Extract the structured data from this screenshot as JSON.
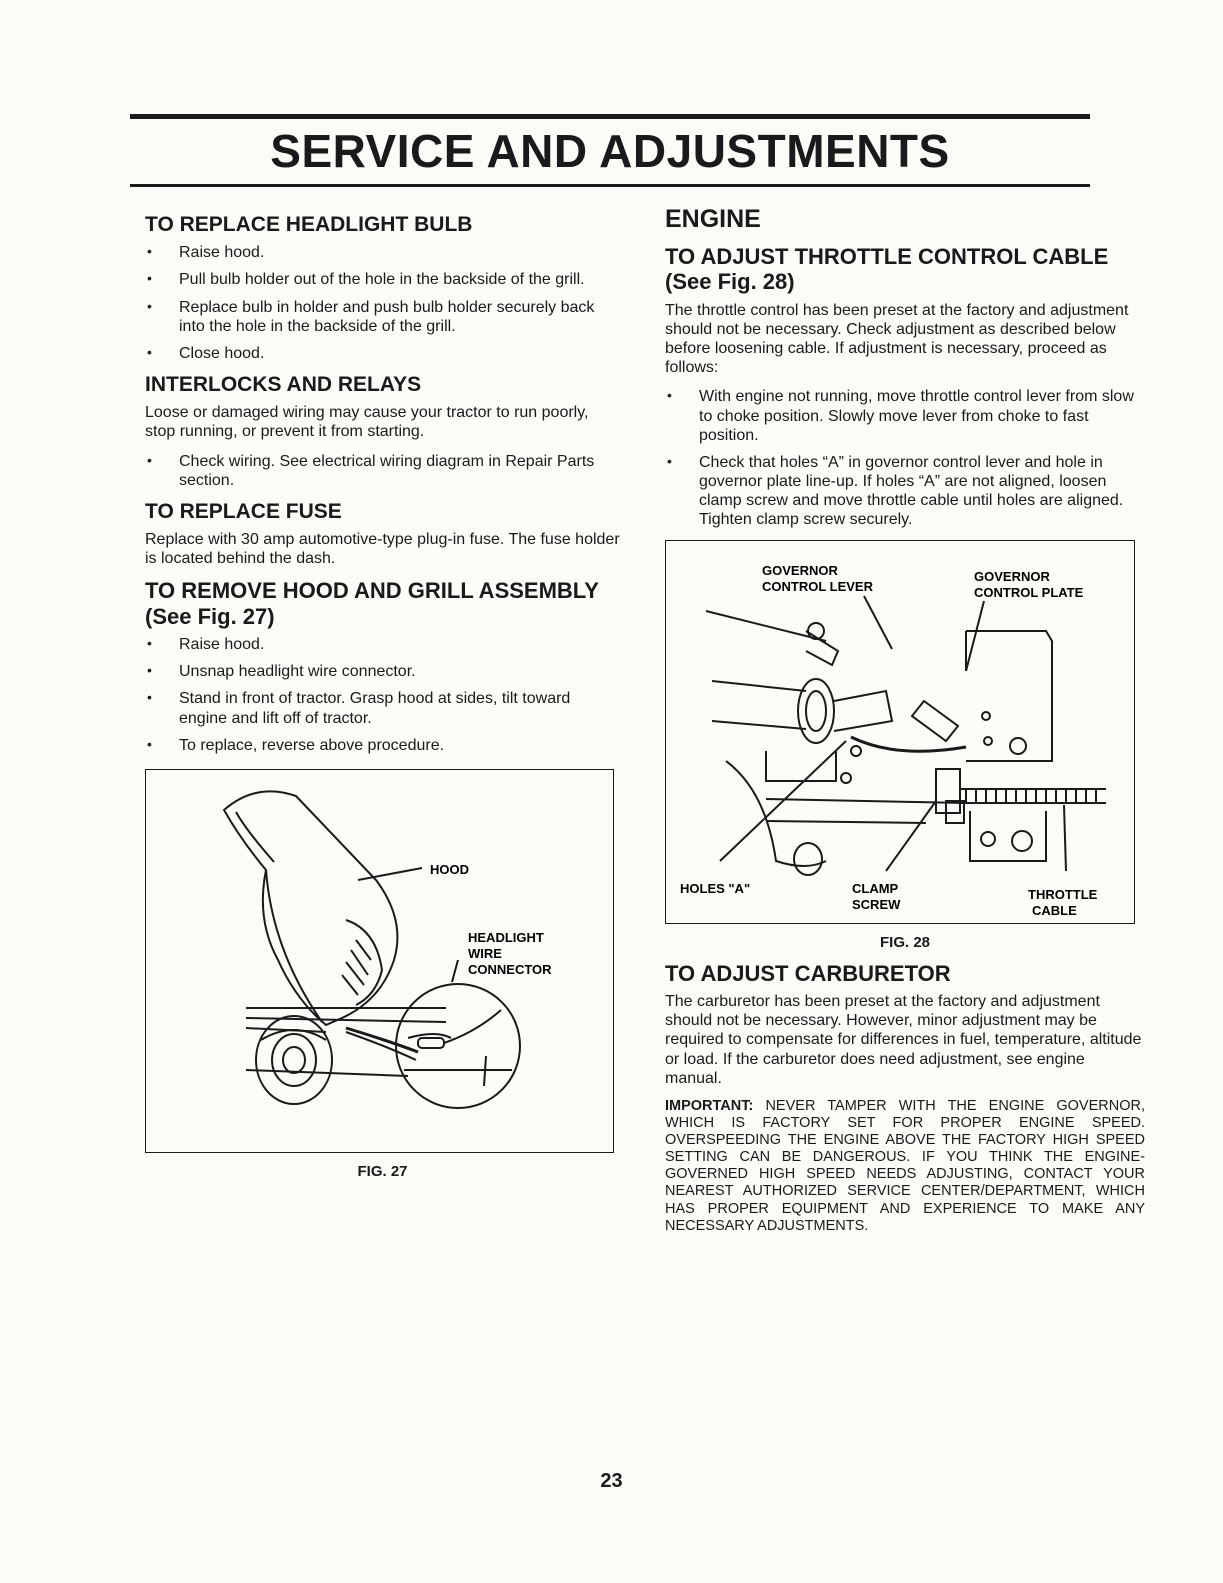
{
  "page_title": "SERVICE AND ADJUSTMENTS",
  "left": {
    "headlight": {
      "heading": "TO REPLACE HEADLIGHT BULB",
      "items": [
        "Raise hood.",
        "Pull bulb holder out of the hole in the backside of the grill.",
        "Replace bulb in holder and push bulb holder securely back into the hole in the backside of the grill.",
        "Close hood."
      ]
    },
    "interlocks": {
      "heading": "INTERLOCKS AND RELAYS",
      "text": "Loose or damaged wiring may cause your tractor to run poorly, stop running, or prevent it from starting.",
      "items": [
        "Check wiring. See electrical wiring diagram in Repair Parts section."
      ]
    },
    "fuse": {
      "heading": "TO REPLACE FUSE",
      "text": "Replace with 30 amp automotive-type plug-in fuse. The fuse holder is located behind the dash."
    },
    "hood": {
      "heading": "TO REMOVE HOOD AND GRILL ASSEMBLY",
      "subheading": "(See Fig. 27)",
      "items": [
        "Raise hood.",
        "Unsnap headlight wire connector.",
        "Stand in front of tractor. Grasp hood at sides, tilt toward engine and lift off of tractor.",
        "To replace, reverse above procedure."
      ]
    },
    "fig27": {
      "label_hood": "HOOD",
      "label_connector_1": "HEADLIGHT",
      "label_connector_2": "WIRE",
      "label_connector_3": "CONNECTOR",
      "caption": "FIG. 27"
    }
  },
  "right": {
    "engine_heading": "ENGINE",
    "throttle": {
      "heading": "TO ADJUST THROTTLE CONTROL CABLE",
      "subheading": "(See Fig. 28)",
      "text": "The throttle control has been preset at the factory and adjustment should not be necessary. Check adjustment as described below before loosening cable. If adjustment is necessary, proceed as follows:",
      "items": [
        "With engine not running, move throttle control lever from slow to choke position. Slowly move lever from choke to fast position.",
        "Check that holes “A” in governor control lever and hole in governor plate line-up. If holes “A” are not aligned, loosen clamp screw and move throttle cable until holes are aligned. Tighten clamp screw securely."
      ]
    },
    "fig28": {
      "label_gov_lever_1": "GOVERNOR",
      "label_gov_lever_2": "CONTROL LEVER",
      "label_gov_plate_1": "GOVERNOR",
      "label_gov_plate_2": "CONTROL PLATE",
      "label_holes": "HOLES \"A\"",
      "label_clamp_1": "CLAMP",
      "label_clamp_2": "SCREW",
      "label_cable_1": "THROTTLE",
      "label_cable_2": "CABLE",
      "caption": "FIG. 28"
    },
    "carburetor": {
      "heading": "TO ADJUST CARBURETOR",
      "text": "The carburetor has been preset at the factory and adjustment should not be necessary. However, minor adjustment may be required to compensate for differences in fuel, temperature, altitude or load. If the carburetor does need adjustment, see engine manual.",
      "important_label": "IMPORTANT:",
      "important_text": "NEVER TAMPER WITH THE ENGINE GOVERNOR, WHICH IS FACTORY SET FOR PROPER ENGINE SPEED. OVERSPEEDING THE ENGINE ABOVE THE FACTORY HIGH SPEED SETTING CAN BE DANGEROUS. IF YOU THINK THE ENGINE-GOVERNED HIGH SPEED NEEDS ADJUSTING, CONTACT YOUR NEAREST AUTHORIZED SERVICE CENTER/DEPARTMENT, WHICH HAS PROPER EQUIPMENT AND EXPERIENCE TO MAKE ANY NECESSARY ADJUSTMENTS."
    }
  },
  "page_number": "23"
}
